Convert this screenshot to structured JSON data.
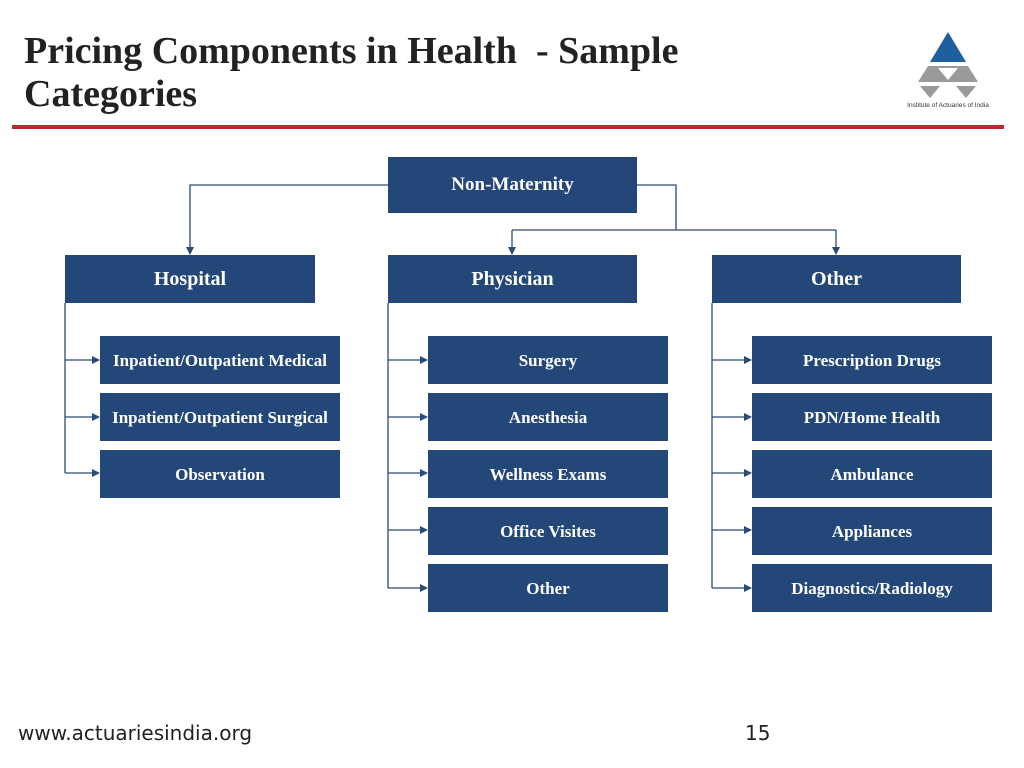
{
  "slide": {
    "title_lines": [
      "Pricing Components in Health  - Sample",
      "Categories"
    ],
    "logo": {
      "caption": "Institute of Actuaries of India"
    }
  },
  "diagram": {
    "root": "Non-Maternity",
    "branches": [
      {
        "label": "Hospital",
        "items": [
          "Inpatient/Outpatient Medical",
          "Inpatient/Outpatient Surgical",
          "Observation"
        ]
      },
      {
        "label": "Physician",
        "items": [
          "Surgery",
          "Anesthesia",
          "Wellness Exams",
          "Office Visites",
          "Other"
        ]
      },
      {
        "label": "Other",
        "items": [
          "Prescription Drugs",
          "PDN/Home Health",
          "Ambulance",
          "Appliances",
          "Diagnostics/Radiology"
        ]
      }
    ]
  },
  "footer": {
    "url": "www.actuariesindia.org",
    "page_number": "15"
  },
  "colors": {
    "box_fill": "#24477a",
    "connector": "#2a4a78",
    "title_rule": "#c0262a",
    "logo_blue": "#1f5f9e",
    "logo_grey": "#9a9a9a"
  }
}
